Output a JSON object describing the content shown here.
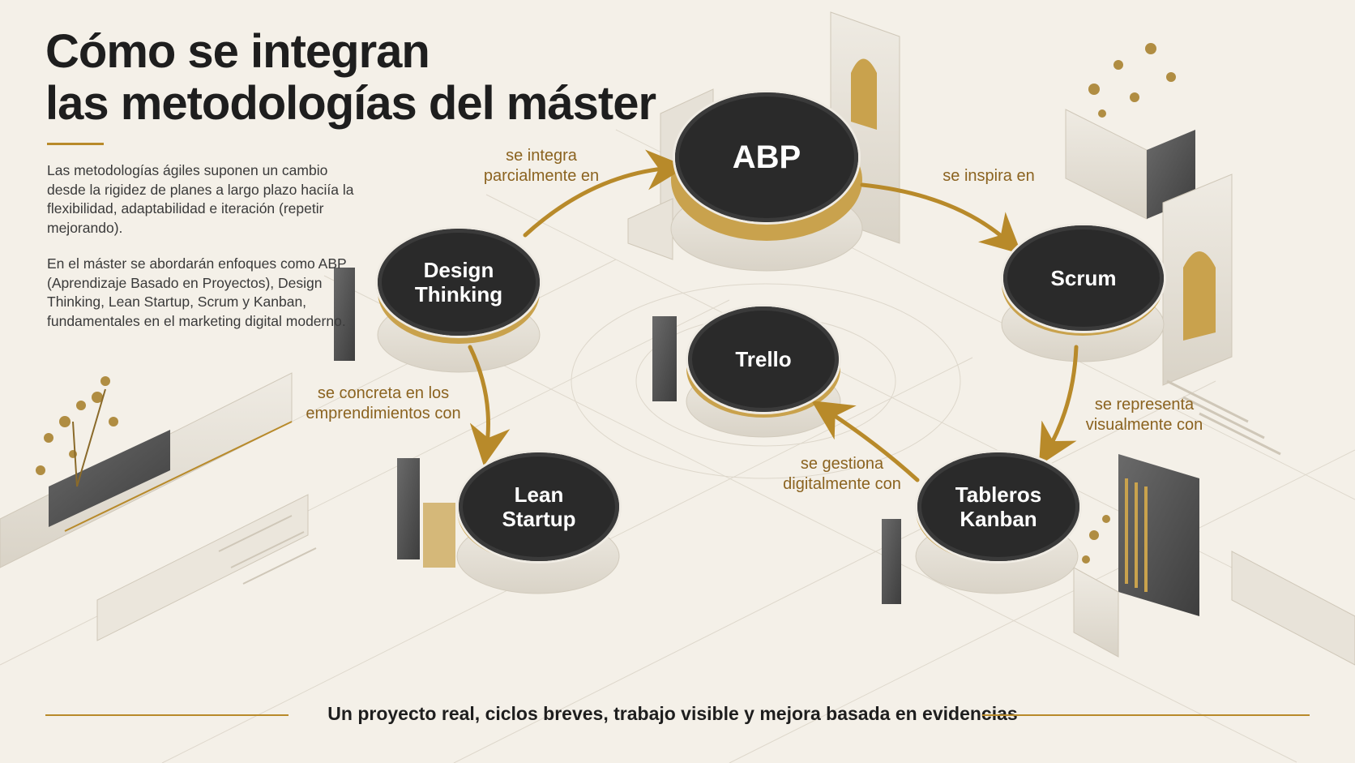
{
  "title": {
    "line1": "Cómo se integran",
    "line2": "las metodologías del máster"
  },
  "intro": {
    "paragraph1": "Las metodologías ágiles suponen un cambio desde la rigidez de planes a largo plazo haciía la flexibilidad, adaptabilidad e iteración (repetir mejorando).",
    "paragraph2": "En el máster se abordarán enfoques como ABP (Aprendizaje Basado en Proyectos), Design Thinking, Lean Startup, Scrum y Kanban, fundamentales en el marketing digital moderno."
  },
  "nodes": {
    "abp": "ABP",
    "design_thinking": "Design\nThinking",
    "scrum": "Scrum",
    "trello": "Trello",
    "lean_startup": "Lean\nStartup",
    "tableros_kanban": "Tableros\nKanban"
  },
  "edges": {
    "dt_to_abp": "se integra\nparcialmente en",
    "abp_to_scrum": "se inspira en",
    "dt_to_lean": "se concreta en los\nemprendimientos con",
    "scrum_to_kanban": "se representa\nvisualmente con",
    "kanban_to_trello": "se gestiona\ndigitalmente con"
  },
  "footer": {
    "text": "Un proyecto real, ciclos breves, trabajo visible y mejora basada en evidencias"
  },
  "colors": {
    "background": "#f4f0e8",
    "gold": "#b88a2a",
    "node_fill": "#2a2a2a",
    "label_text": "#8b6320",
    "marble": "#e3ded4"
  }
}
